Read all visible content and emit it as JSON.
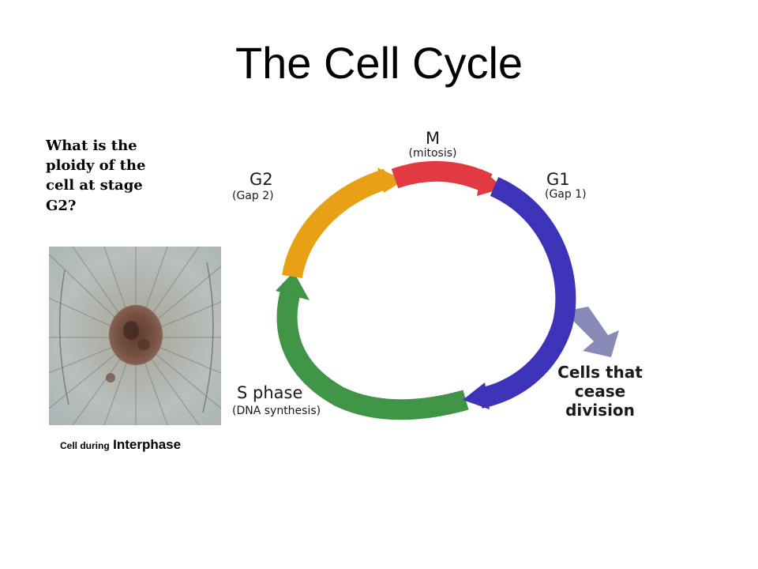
{
  "title": "The Cell Cycle",
  "question": "What is the ploidy of the cell at stage G2?",
  "caption": {
    "prefix": "Cell during",
    "emphasis": "Interphase"
  },
  "cycle": {
    "phases": [
      {
        "key": "m",
        "label": "M",
        "sublabel": "(mitosis)",
        "color": "#e23a43"
      },
      {
        "key": "g1",
        "label": "G1",
        "sublabel": "(Gap 1)",
        "color": "#3d33b8"
      },
      {
        "key": "s",
        "label": "S phase",
        "sublabel": "(DNA synthesis)",
        "color": "#3f9446"
      },
      {
        "key": "g2",
        "label": "G2",
        "sublabel": "(Gap 2)",
        "color": "#e8a114"
      }
    ],
    "exit": {
      "lines": [
        "Cells that",
        "cease",
        "division"
      ],
      "color": "#8a8ab6"
    }
  }
}
